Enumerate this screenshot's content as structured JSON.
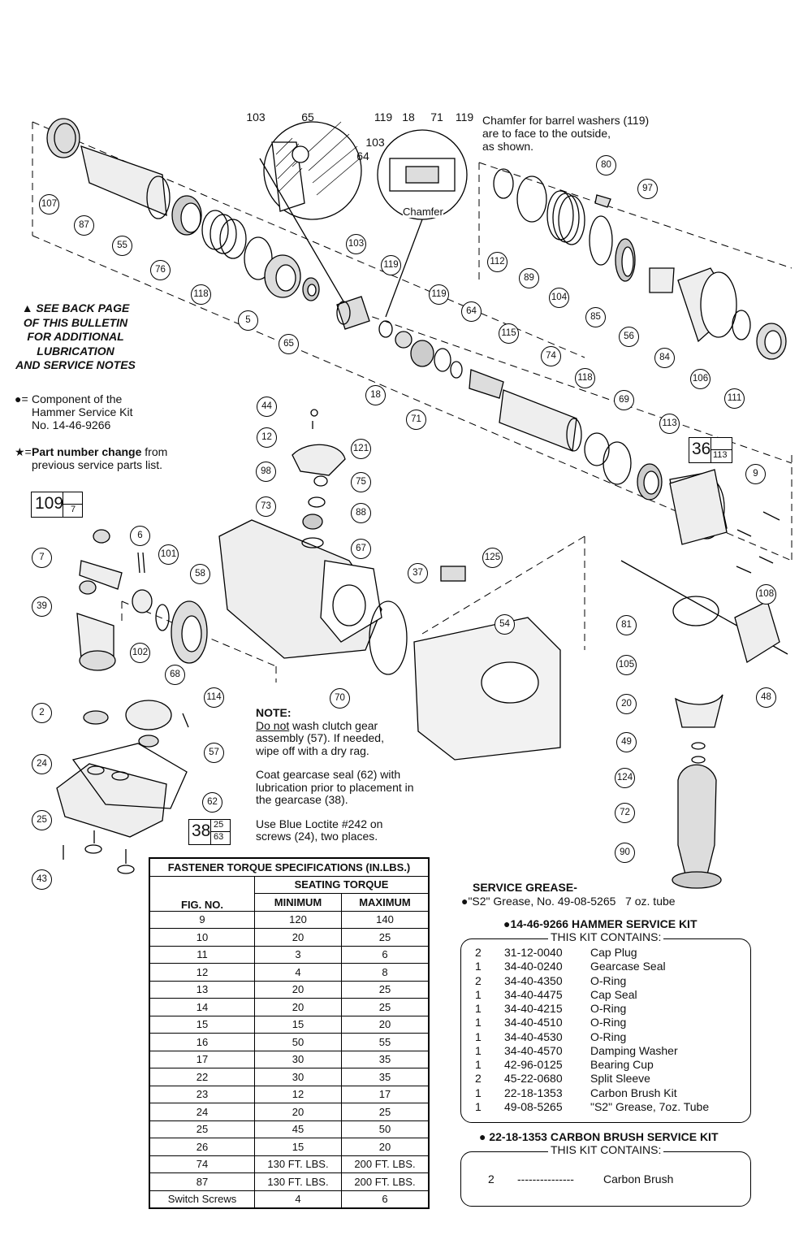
{
  "callouts": {
    "c107": "107",
    "c87": "87",
    "c55": "55",
    "c76": "76",
    "c118a": "118",
    "c5": "5",
    "c65a": "65",
    "c103a": "103",
    "c65b": "65",
    "c64a": "64",
    "c103b": "103",
    "c119a": "119",
    "c18a": "18",
    "c71a": "71",
    "c119b": "119",
    "c103c": "103",
    "c103d": "103",
    "c119c": "119",
    "c18b": "18",
    "c71b": "71",
    "c119d": "119",
    "c64b": "64",
    "c115": "115",
    "c74": "74",
    "c118b": "118",
    "c69": "69",
    "c113": "113",
    "c112": "112",
    "c89": "89",
    "c80": "80",
    "c97": "97",
    "c104": "104",
    "c85": "85",
    "c56": "56",
    "c84": "84",
    "c106": "106",
    "c111": "111",
    "c44": "44",
    "c12": "12",
    "c121": "121",
    "c98": "98",
    "c75": "75",
    "c73": "73",
    "c88": "88",
    "c67": "67",
    "c37": "37",
    "c125": "125",
    "c6": "6",
    "c101": "101",
    "c7": "7",
    "c58": "58",
    "c39": "39",
    "c102": "102",
    "c68": "68",
    "c54": "54",
    "c70": "70",
    "c9": "9",
    "c108": "108",
    "c81": "81",
    "c105": "105",
    "c48": "48",
    "c20": "20",
    "c49": "49",
    "c124": "124",
    "c72": "72",
    "c90": "90",
    "c2": "2",
    "c114": "114",
    "c24": "24",
    "c57": "57",
    "c62": "62",
    "c25": "25",
    "c43": "43"
  },
  "boxed_labels": {
    "b109_main": "109",
    "b109_sub": "7",
    "b36_main": "36",
    "b36_sub": "113",
    "b38_main": "38",
    "b38_sub1": "25",
    "b38_sub2": "63"
  },
  "insets": {
    "chamfer_label": "Chamfer",
    "chamfer_note": [
      "Chamfer for barrel washers (119)",
      "are to face to the outside,",
      "as shown."
    ]
  },
  "notes": {
    "see_back": [
      "▲ SEE BACK PAGE",
      "OF THIS BULLETIN",
      "FOR ADDITIONAL",
      "LUBRICATION",
      "AND SERVICE NOTES"
    ],
    "legend_dot_sym": "●=",
    "legend_dot": [
      "Component of the",
      "Hammer Service Kit",
      "No. 14-46-9266"
    ],
    "legend_star_sym": "★=",
    "legend_star_bold": "Part number change",
    "legend_star_rest": " from",
    "legend_star_line2": "previous service parts list.",
    "note_title": "NOTE:",
    "note_do_not": "Do not",
    "note_p1_rest": " wash clutch gear",
    "note_p1": [
      "assembly (57). If needed,",
      "wipe off with a dry rag."
    ],
    "note_p2": [
      "Coat gearcase seal (62) with",
      "lubrication prior to placement in",
      "the gearcase (38)."
    ],
    "note_p3": [
      "Use Blue Loctite #242 on",
      "screws (24), two places."
    ]
  },
  "torque": {
    "title": "FASTENER TORQUE SPECIFICATIONS (IN.LBS.)",
    "seating": "SEATING TORQUE",
    "col_fig": "FIG. NO.",
    "col_min": "MINIMUM",
    "col_max": "MAXIMUM",
    "rows": [
      [
        "9",
        "120",
        "140"
      ],
      [
        "10",
        "20",
        "25"
      ],
      [
        "11",
        "3",
        "6"
      ],
      [
        "12",
        "4",
        "8"
      ],
      [
        "13",
        "20",
        "25"
      ],
      [
        "14",
        "20",
        "25"
      ],
      [
        "15",
        "15",
        "20"
      ],
      [
        "16",
        "50",
        "55"
      ],
      [
        "17",
        "30",
        "35"
      ],
      [
        "22",
        "30",
        "35"
      ],
      [
        "23",
        "12",
        "17"
      ],
      [
        "24",
        "20",
        "25"
      ],
      [
        "25",
        "45",
        "50"
      ],
      [
        "26",
        "15",
        "20"
      ],
      [
        "74",
        "130 FT. LBS.",
        "200 FT. LBS."
      ],
      [
        "87",
        "130 FT. LBS.",
        "200 FT. LBS."
      ],
      [
        "Switch Screws",
        "4",
        "6"
      ]
    ]
  },
  "grease": {
    "title": "SERVICE GREASE-",
    "line": "●\"S2\" Grease, No. 49-08-5265   7 oz. tube"
  },
  "hammer_kit": {
    "title": "●14-46-9266 HAMMER SERVICE KIT",
    "contains": "THIS KIT CONTAINS:",
    "items": [
      [
        "2",
        "31-12-0040",
        "Cap Plug"
      ],
      [
        "1",
        "34-40-0240",
        "Gearcase Seal"
      ],
      [
        "2",
        "34-40-4350",
        "O-Ring"
      ],
      [
        "1",
        "34-40-4475",
        "Cap Seal"
      ],
      [
        "1",
        "34-40-4215",
        "O-Ring"
      ],
      [
        "1",
        "34-40-4510",
        "O-Ring"
      ],
      [
        "1",
        "34-40-4530",
        "O-Ring"
      ],
      [
        "1",
        "34-40-4570",
        "Damping Washer"
      ],
      [
        "1",
        "42-96-0125",
        "Bearing Cup"
      ],
      [
        "2",
        "45-22-0680",
        "Split Sleeve"
      ],
      [
        "1",
        "22-18-1353",
        "Carbon Brush Kit"
      ],
      [
        "1",
        "49-08-5265",
        "\"S2\" Grease, 7oz. Tube"
      ]
    ]
  },
  "brush_kit": {
    "title": "● 22-18-1353 CARBON BRUSH SERVICE KIT",
    "contains": "THIS KIT CONTAINS:",
    "qty": "2",
    "dashes": "---------------",
    "desc": "Carbon Brush"
  }
}
